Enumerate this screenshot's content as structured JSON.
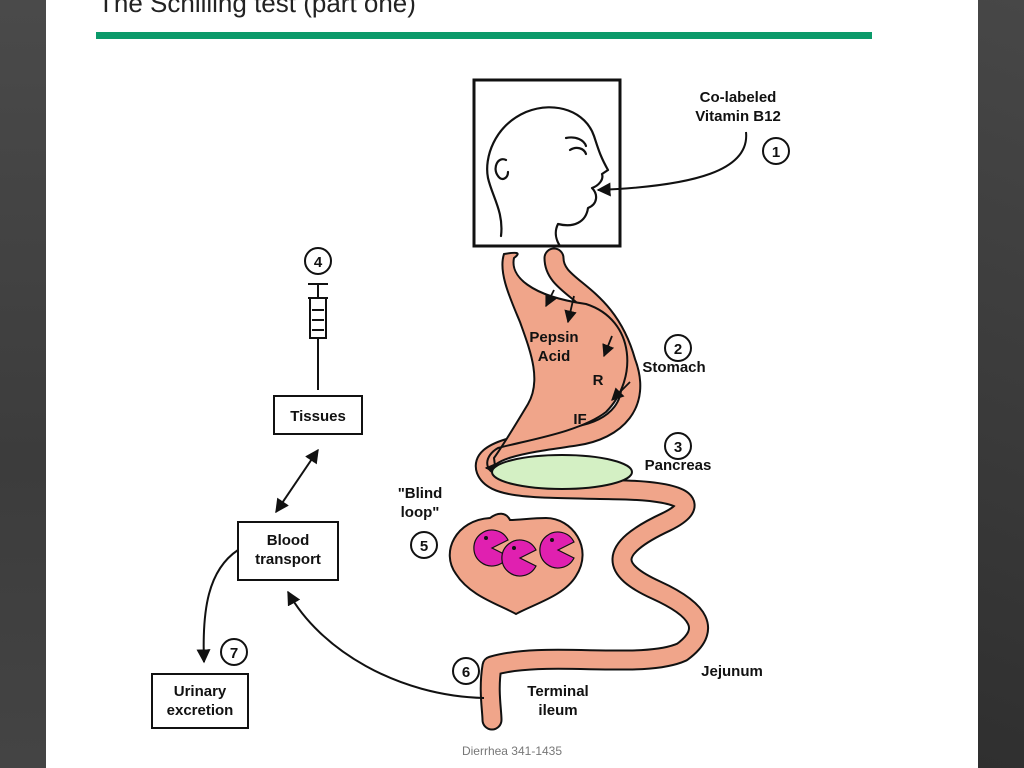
{
  "slide": {
    "title": "The Schilling test (part one)",
    "footer": "Dierrhea 341-1435"
  },
  "diagram": {
    "labels": {
      "vitamin_line1": "Co-labeled",
      "vitamin_line2": "Vitamin B12",
      "pepsin": "Pepsin",
      "acid": "Acid",
      "r_factor": "R",
      "intrinsic_factor": "IF",
      "stomach": "Stomach",
      "pancreas": "Pancreas",
      "blind_loop_line1": "\"Blind",
      "blind_loop_line2": "loop\"",
      "tissues": "Tissues",
      "blood_line1": "Blood",
      "blood_line2": "transport",
      "urinary_line1": "Urinary",
      "urinary_line2": "excretion",
      "jejunum": "Jejunum",
      "terminal_line1": "Terminal",
      "terminal_line2": "ileum"
    },
    "steps": [
      "1",
      "2",
      "3",
      "4",
      "5",
      "6",
      "7"
    ],
    "colors": {
      "gut": "#f0a58a",
      "pancreas": "#d4f0c4",
      "bacteria": "#e020b0",
      "outline": "#111111",
      "title_rule": "#0b9a6a"
    }
  }
}
